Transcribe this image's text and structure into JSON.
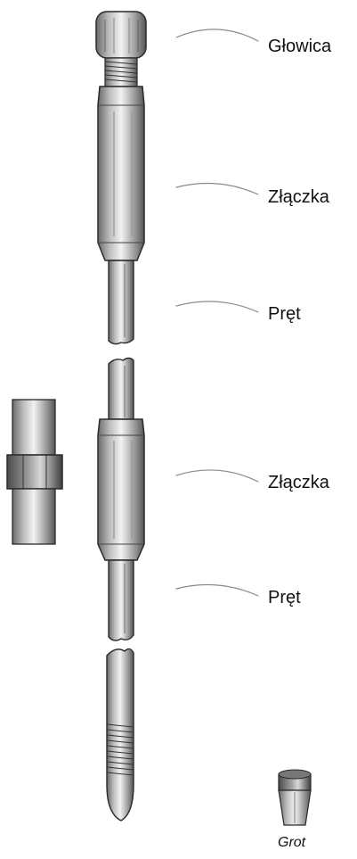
{
  "labels": {
    "head": "Głowica",
    "coupling_1": "Złączka",
    "rod_1": "Pręt",
    "coupling_2": "Złączka",
    "rod_2": "Pręt"
  },
  "tip_caption": "Grot",
  "colors": {
    "metal_light": "#ececec",
    "metal_mid": "#b8b8b8",
    "metal_dark": "#6a6a6a",
    "outline": "#2a2a2a",
    "leader": "#8a8a8a"
  }
}
